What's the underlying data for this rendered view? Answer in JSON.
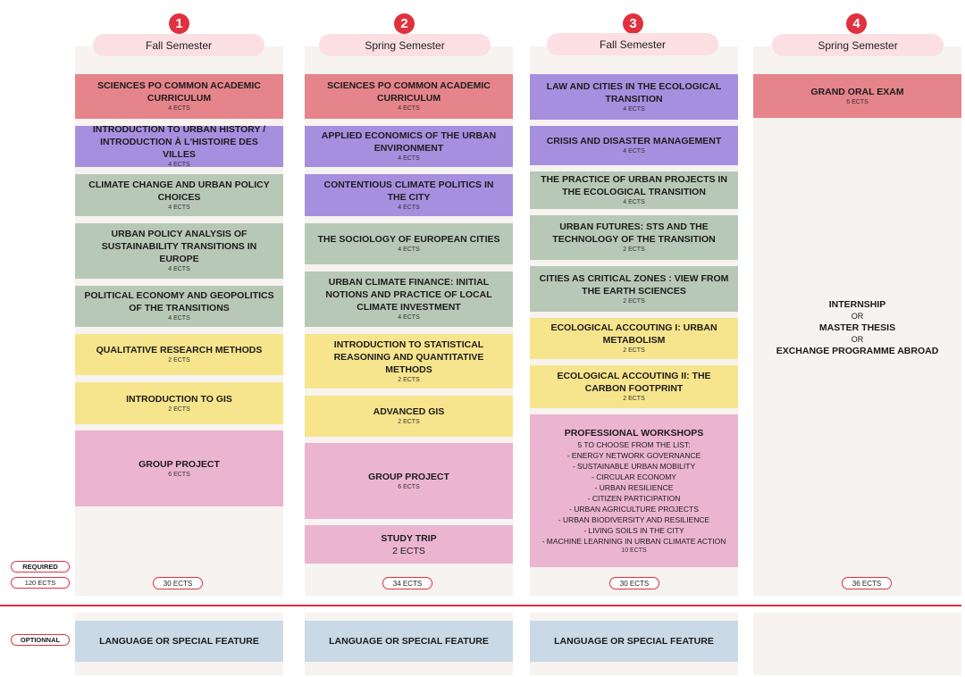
{
  "semesters": [
    {
      "number": "1",
      "label": "Fall Semester",
      "total": "30 ECTS"
    },
    {
      "number": "2",
      "label": "Spring Semester",
      "total": "34 ECTS"
    },
    {
      "number": "3",
      "label": "Fall Semester",
      "total": "30 ECTS"
    },
    {
      "number": "4",
      "label": "Spring Semester",
      "total": "36 ECTS"
    }
  ],
  "side": {
    "required": "REQUIRED",
    "required_total": "120 ECTS",
    "optional": "OPTIONNAL"
  },
  "col1": [
    {
      "title": "SCIENCES PO COMMON ACADEMIC CURRICULUM",
      "ects": "4 ECTS"
    },
    {
      "title": "INTRODUCTION TO URBAN HISTORY / INTRODUCTION À L'HISTOIRE DES VILLES",
      "ects": "4 ECTS"
    },
    {
      "title": "CLIMATE CHANGE AND URBAN POLICY CHOICES",
      "ects": "4 ECTS"
    },
    {
      "title": "URBAN POLICY ANALYSIS OF SUSTAINABILITY TRANSITIONS IN EUROPE",
      "ects": "4 ECTS"
    },
    {
      "title": "POLITICAL ECONOMY AND GEOPOLITICS OF THE TRANSITIONS",
      "ects": "4 ECTS"
    },
    {
      "title": "QUALITATIVE RESEARCH METHODS",
      "ects": "2 ECTS"
    },
    {
      "title": "INTRODUCTION TO GIS",
      "ects": "2 ECTS"
    },
    {
      "title": "GROUP PROJECT",
      "ects": "6 ECTS"
    }
  ],
  "col2": [
    {
      "title": "SCIENCES PO COMMON ACADEMIC CURRICULUM",
      "ects": "4 ECTS"
    },
    {
      "title": "APPLIED ECONOMICS OF THE URBAN ENVIRONMENT",
      "ects": "4 ECTS"
    },
    {
      "title": "CONTENTIOUS CLIMATE POLITICS IN THE CITY",
      "ects": "4 ECTS"
    },
    {
      "title": "THE SOCIOLOGY OF EUROPEAN CITIES",
      "ects": "4 ECTS"
    },
    {
      "title": "URBAN CLIMATE FINANCE: INITIAL NOTIONS AND PRACTICE OF LOCAL CLIMATE INVESTMENT",
      "ects": "4 ECTS"
    },
    {
      "title": "INTRODUCTION TO STATISTICAL REASONING AND QUANTITATIVE METHODS",
      "ects": "2 ECTS"
    },
    {
      "title": "ADVANCED GIS",
      "ects": "2 ECTS"
    },
    {
      "title": "GROUP PROJECT",
      "ects": "6 ECTS"
    },
    {
      "title": "STUDY TRIP",
      "ects": "2 ECTS"
    }
  ],
  "col3": [
    {
      "title": "LAW AND CITIES IN THE ECOLOGICAL TRANSITION",
      "ects": "4 ECTS"
    },
    {
      "title": "CRISIS AND DISASTER MANAGEMENT",
      "ects": "4 ECTS"
    },
    {
      "title": "THE PRACTICE OF URBAN PROJECTS IN THE ECOLOGICAL TRANSITION",
      "ects": "4 ECTS"
    },
    {
      "title": "URBAN FUTURES: STS AND THE TECHNOLOGY OF THE TRANSITION",
      "ects": "2 ECTS"
    },
    {
      "title": "CITIES AS CRITICAL ZONES : VIEW FROM THE EARTH SCIENCES",
      "ects": "2 ECTS"
    },
    {
      "title": "ECOLOGICAL ACCOUTING I: URBAN METABOLISM",
      "ects": "2 ECTS"
    },
    {
      "title": "ECOLOGICAL ACCOUTING II: THE CARBON FOOTPRINT",
      "ects": "2 ECTS"
    }
  ],
  "workshops": {
    "title": "PROFESSIONAL WORKSHOPS",
    "lines": [
      "5 TO CHOOSE FROM THE LIST:",
      "- ENERGY NETWORK GOVERNANCE",
      "- SUSTAINABLE URBAN MOBILITY",
      "- CIRCULAR ECONOMY",
      "- URBAN RESILIENCE",
      "- CITIZEN PARTICIPATION",
      "- URBAN AGRICULTURE PROJECTS",
      "- URBAN BIODIVERSITY AND RESILIENCE",
      "- LIVING SOILS IN THE CITY",
      "- MACHINE LEARNING IN URBAN CLIMATE ACTION"
    ],
    "ects": "10 ECTS"
  },
  "col4": {
    "exam_title": "GRAND ORAL EXAM",
    "exam_ects": "6 ECTS",
    "option1": "INTERNSHIP",
    "or1": "OR",
    "option2": "MASTER THESIS",
    "or2": "OR",
    "option3": "EXCHANGE PROGRAMME ABROAD"
  },
  "optional": {
    "c1": "LANGUAGE OR SPECIAL FEATURE",
    "c2": "LANGUAGE OR SPECIAL FEATURE",
    "c3": "LANGUAGE OR SPECIAL FEATURE"
  },
  "colors": {
    "red": "#e5848a",
    "purple": "#a78fe0",
    "green": "#b8c8b6",
    "yellow": "#f7e58d",
    "pink": "#ebb4d0",
    "blue": "#c9d9e6",
    "accent": "#e0313f"
  }
}
